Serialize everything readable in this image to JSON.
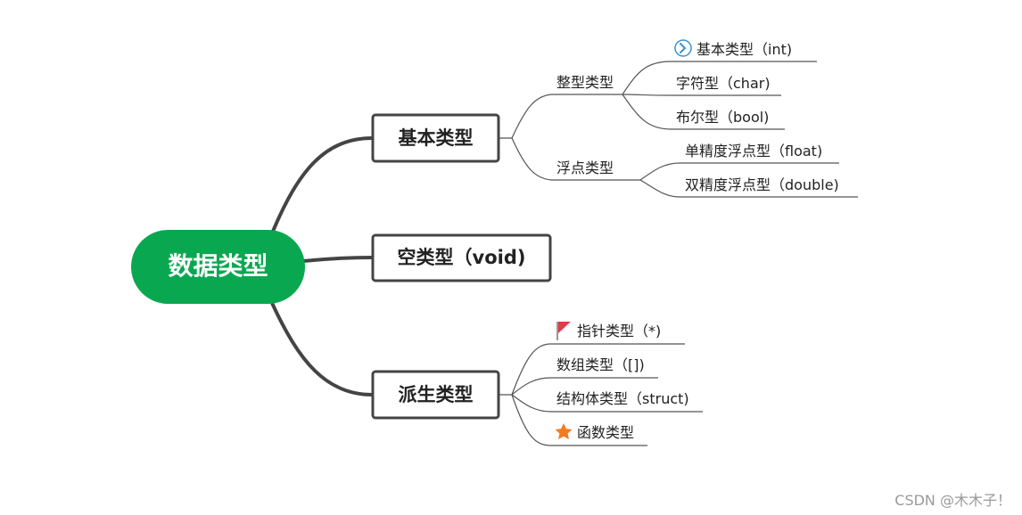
{
  "root": {
    "label": "数据类型",
    "color": "#0aa751"
  },
  "branches": {
    "basic": {
      "label": "基本类型",
      "groups": {
        "integer": {
          "label": "整型类型",
          "items": [
            "基本类型（int)",
            "字符型（char)",
            "布尔型（bool)"
          ]
        },
        "float": {
          "label": "浮点类型",
          "items": [
            "单精度浮点型（float)",
            "双精度浮点型（double)"
          ]
        }
      }
    },
    "void": {
      "label": "空类型（void)"
    },
    "derived": {
      "label": "派生类型",
      "items": [
        "指针类型（*)",
        "数组类型（[])",
        "结构体类型（struct)",
        "函数类型"
      ]
    }
  },
  "icons": {
    "int_marker": "chevron-circle-icon",
    "pointer_marker": "red-flag-icon",
    "function_marker": "orange-star-icon"
  },
  "colors": {
    "box_border": "#444444",
    "line": "#444444",
    "thin_line": "#555555",
    "flag": "#e23b4a",
    "star": "#f57a20",
    "chevron": "#3a8fd6"
  },
  "watermark": "CSDN @木木子！"
}
